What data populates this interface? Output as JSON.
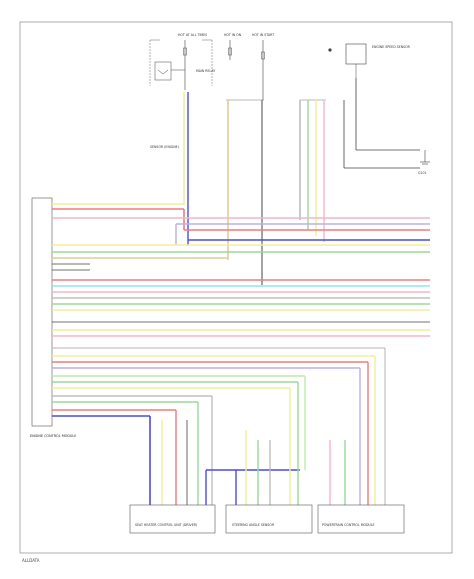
{
  "diagram": {
    "wire_colors": {
      "blue": "#4a4ae6",
      "red": "#f27a7a",
      "violet": "#b8b0e8",
      "pink": "#f4b6c4",
      "yellow": "#f0ef9a",
      "green": "#9ad89a",
      "cyan": "#8ee6ea",
      "lightgreen": "#bfe9a9",
      "gray": "#b4b4b4",
      "black": "#444444",
      "tan": "#dccf9a"
    },
    "labels": {
      "module_label": "ENGINE CONTROL MODULE",
      "connector_left": "SEAT HEATER CONTROL UNIT (DRIVER)",
      "connector_mid": "STEERING ANGLE SENSOR",
      "connector_right": "POWERTRAIN CONTROL MODULE",
      "top_fuse_1": "HOT AT ALL TIMES",
      "top_fuse_2": "HOT IN ON",
      "top_fuse_3": "HOT IN START",
      "relay_label": "MAIN RELAY",
      "top_right_box": "ENGINE SPEED SENSOR",
      "right_note": "SENSOR (ENGINE)",
      "ground_label": "G101",
      "footer": "ALLDATA"
    }
  }
}
